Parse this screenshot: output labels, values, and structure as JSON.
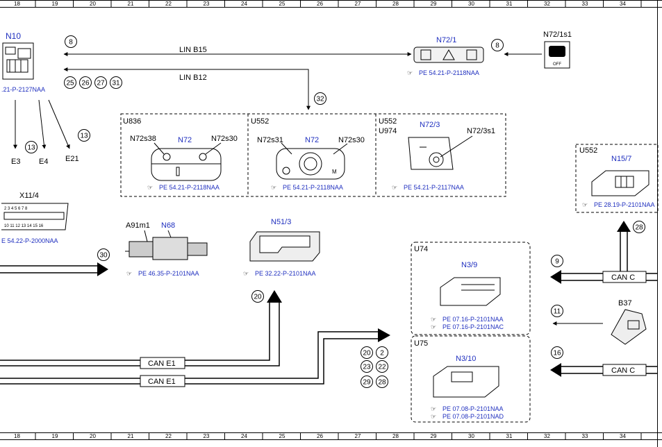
{
  "ruler": [
    "18",
    "19",
    "20",
    "21",
    "22",
    "23",
    "24",
    "25",
    "26",
    "27",
    "28",
    "29",
    "30",
    "31",
    "32",
    "33",
    "34"
  ],
  "components": {
    "n10": "N10",
    "n10_ref": ".21-P-2127NAA",
    "n72_1": "N72/1",
    "n72_1_ref": "PE 54.21-P-2118NAA",
    "n72_1s1": "N72/1s1",
    "lin_b15": "LIN B15",
    "lin_b12": "LIN B12",
    "e3": "E3",
    "e4": "E4",
    "e21": "E21",
    "u836": "U836",
    "n72s38": "N72s38",
    "n72_a": "N72",
    "n72s30_a": "N72s30",
    "ref_a": "PE 54.21-P-2118NAA",
    "u552_b": "U552",
    "n72s31": "N72s31",
    "n72_b": "N72",
    "n72s30_b": "N72s30",
    "ref_b": "PE 54.21-P-2118NAA",
    "u552_c": "U552",
    "u974": "U974",
    "n72_3": "N72/3",
    "n72_3s1": "N72/3s1",
    "ref_c": "PE 54.21-P-2117NAA",
    "u552_d": "U552",
    "n15_7": "N15/7",
    "n15_7_ref": "PE 28.19-P-2101NAA",
    "x11_4": "X11/4",
    "x11_4_ref": "E 54.22-P-2000NAA",
    "a91m1": "A91m1",
    "n68": "N68",
    "n68_ref": "PE 46.35-P-2101NAA",
    "n51_3": "N51/3",
    "n51_3_ref": "PE 32.22-P-2101NAA",
    "u74": "U74",
    "n3_9": "N3/9",
    "n3_9_ref1": "PE 07.16-P-2101NAA",
    "n3_9_ref2": "PE 07.16-P-2101NAC",
    "u75": "U75",
    "n3_10": "N3/10",
    "n3_10_ref1": "PE 07.08-P-2101NAA",
    "n3_10_ref2": "PE 07.08-P-2101NAD",
    "b37": "B37",
    "can_c_1": "CAN C",
    "can_c_2": "CAN C",
    "can_e1_1": "CAN E1",
    "can_e1_2": "CAN E1",
    "pin_top": "2 3 4 5 6 7 8",
    "pin_bottom": "10 11 12 13 14 15 16"
  },
  "circles": {
    "c8a": "8",
    "c8b": "8",
    "c25": "25",
    "c26": "26",
    "c27": "27",
    "c31": "31",
    "c32": "32",
    "c13a": "13",
    "c13b": "13",
    "c30": "30",
    "c20a": "20",
    "c28a": "28",
    "c9": "9",
    "c11": "11",
    "c16": "16",
    "c20b": "20",
    "c2": "2",
    "c23": "23",
    "c22": "22",
    "c29": "29",
    "c28b": "28"
  },
  "colors": {
    "blue_text": "#1f2fbf",
    "line": "#000000"
  }
}
